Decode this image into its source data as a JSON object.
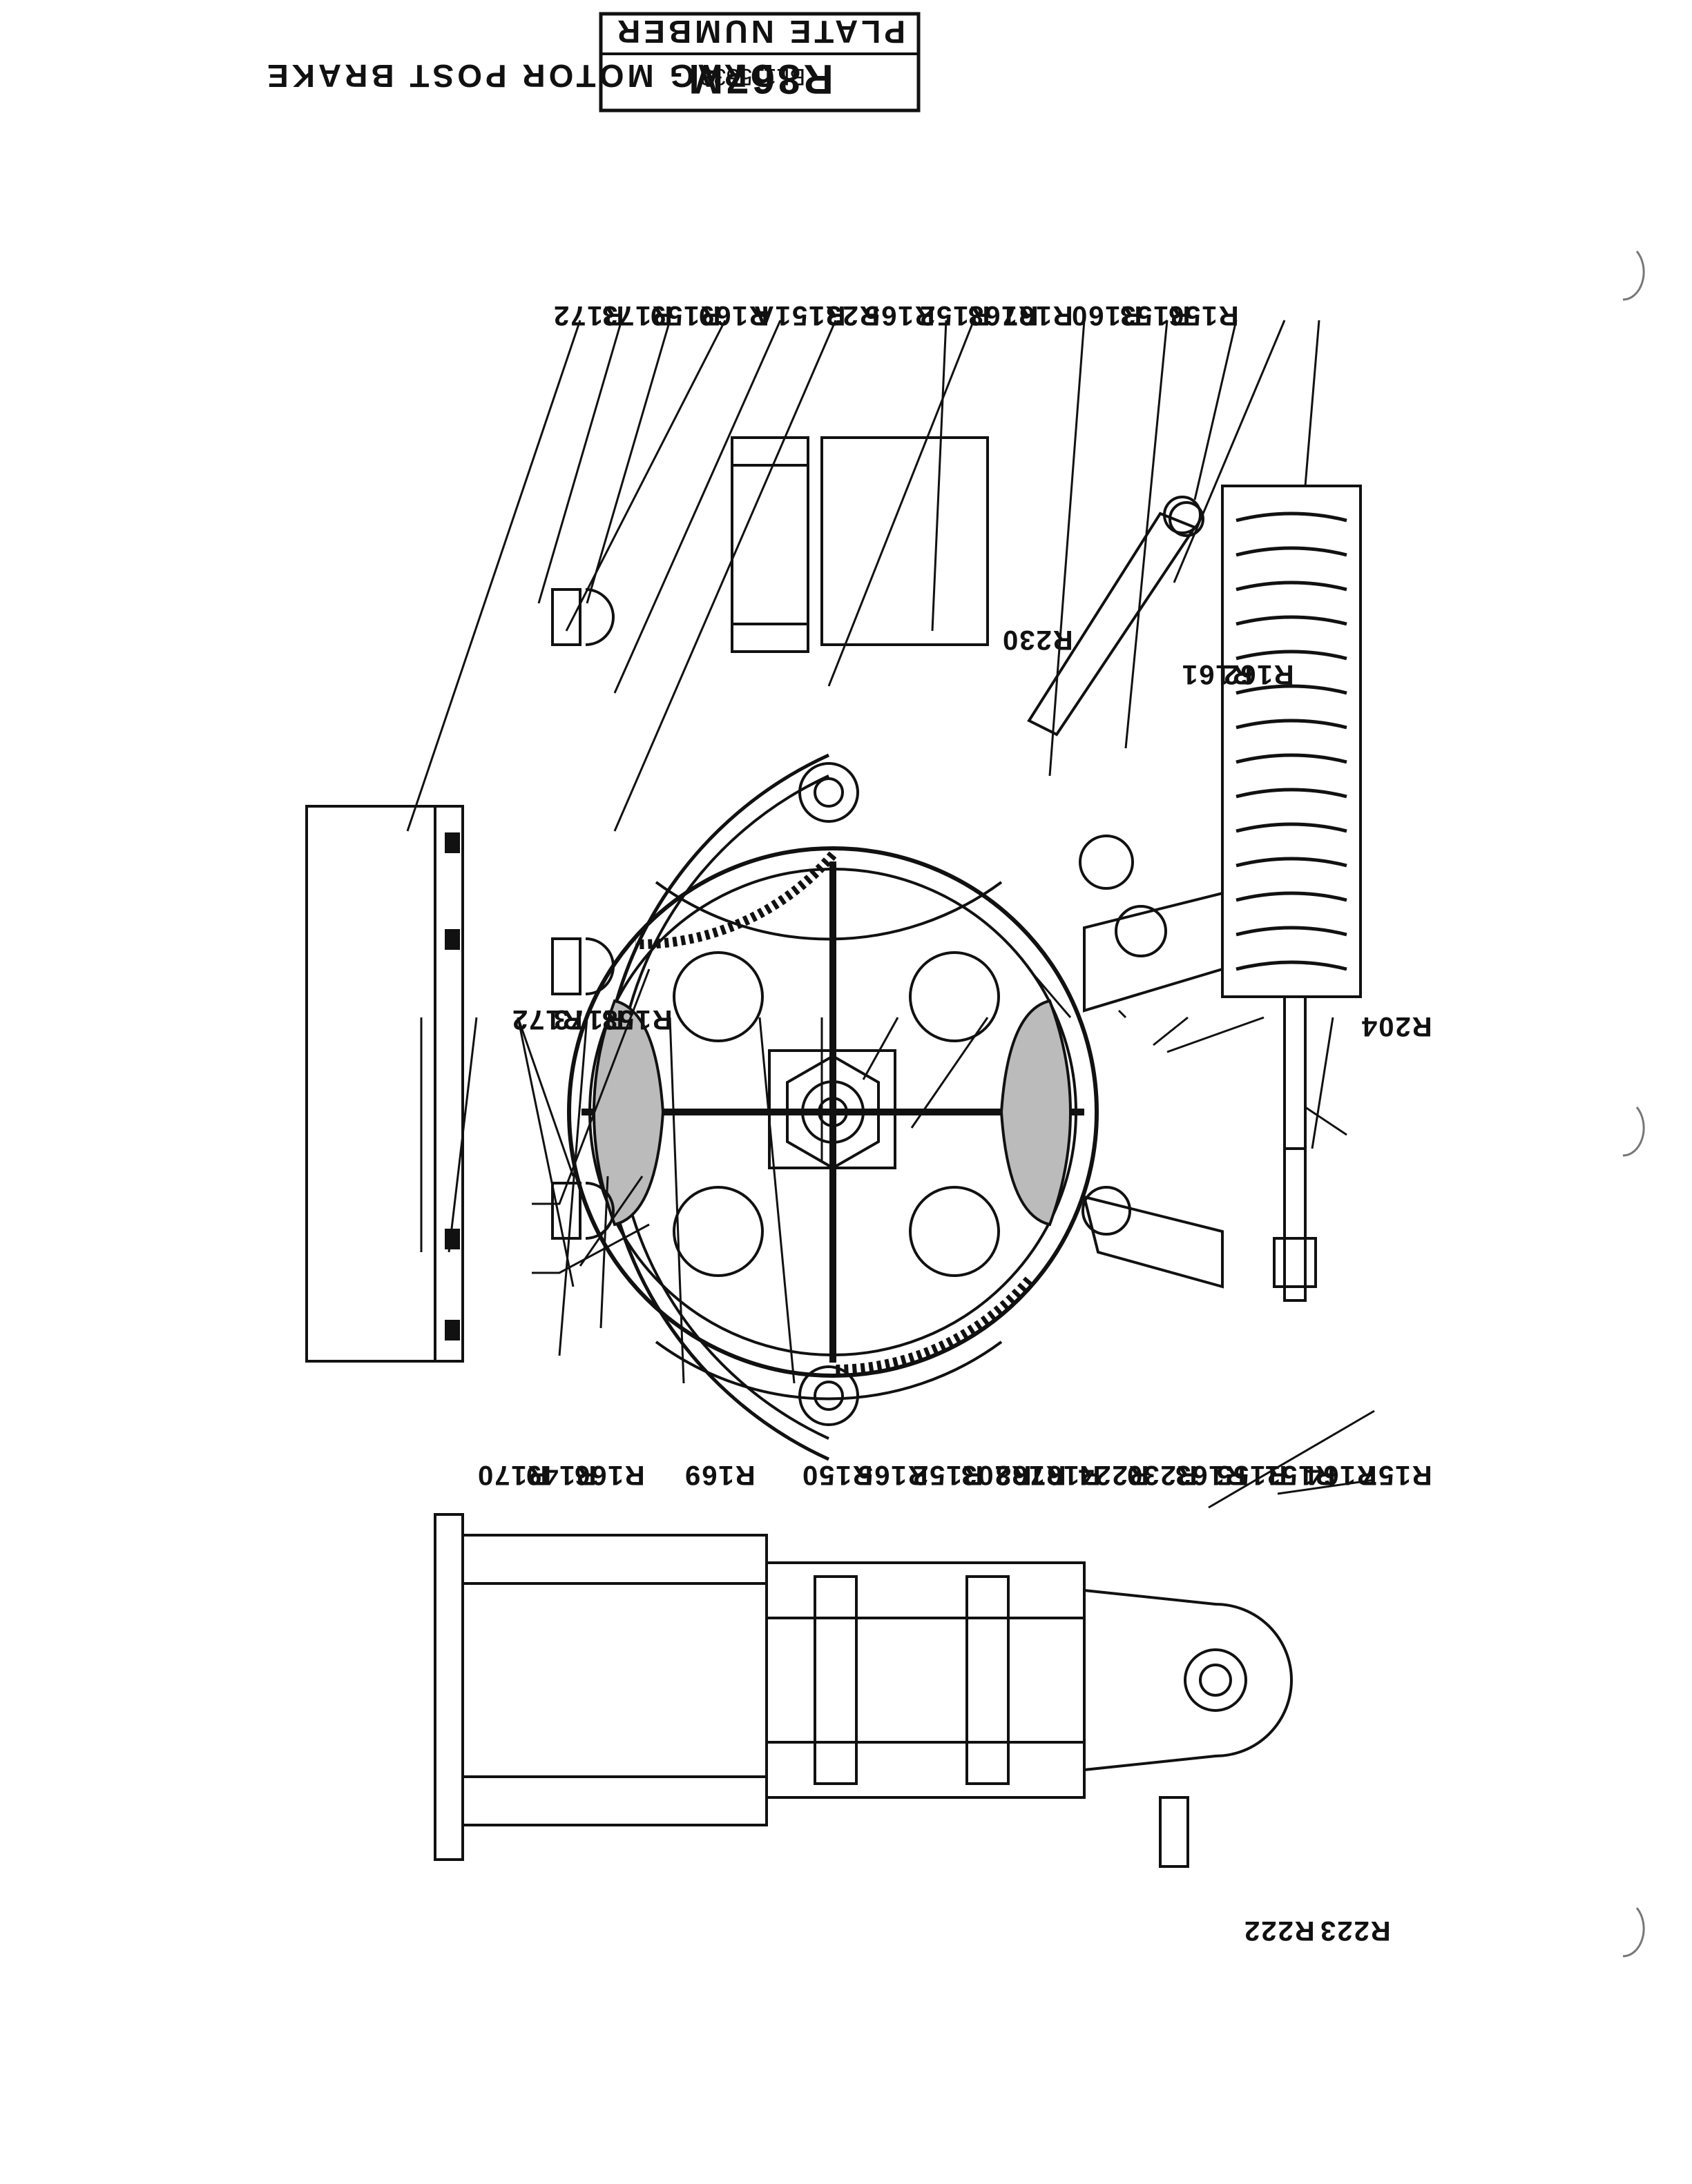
{
  "header": {
    "plate_number_label": "PLATE NUMBER",
    "plate_number": "R867M",
    "stamp": "BL115533",
    "title": "DRAG MOTOR POST BRAKE"
  },
  "callouts": {
    "top": [
      "R156",
      "R153",
      "R160",
      "R167",
      "R168",
      "R152",
      "R165",
      "R231",
      "R151A",
      "R169",
      "R159",
      "R173",
      "R172"
    ],
    "bottom": [
      "R157",
      "R164",
      "R151",
      "R155",
      "R163",
      "R230",
      "R224",
      "R167",
      "R168",
      "R203",
      "R152",
      "R165",
      "R150",
      "R169",
      "R166",
      "R149",
      "R170"
    ],
    "left_middle": [
      "R158",
      "R173",
      "R172"
    ],
    "interior": [
      "R162",
      "R161",
      "R230",
      "R204"
    ],
    "side_view": [
      "R223",
      "R222"
    ]
  }
}
